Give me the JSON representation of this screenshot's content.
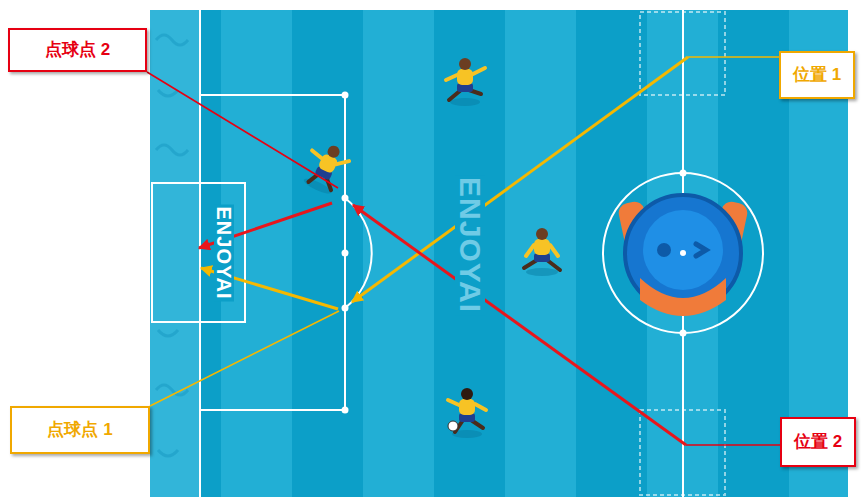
{
  "diagram": {
    "nodes": [
      {
        "text": [
          "点球点 2"
        ]
      },
      {
        "text": [
          "位置 1"
        ]
      },
      {
        "text": [
          "点球点 1"
        ]
      },
      {
        "text": [
          "位置 2"
        ]
      }
    ],
    "labels": [
      "ENJOYAI",
      "ENJOYAI"
    ]
  }
}
